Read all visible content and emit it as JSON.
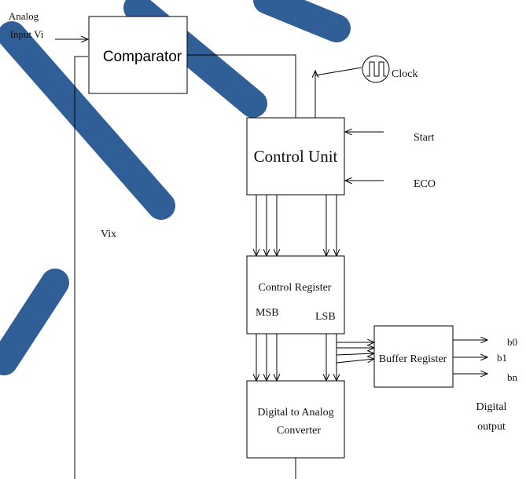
{
  "colors": {
    "stripe": "#2f5f96",
    "line": "#000000",
    "background": "#ffffff"
  },
  "inputs": {
    "analog_line1": "Analog",
    "analog_line2": "Input Vi",
    "start": "Start",
    "eco": "ECO",
    "clock": "Clock"
  },
  "blocks": {
    "comparator": "Comparator",
    "control_unit": "Control Unit",
    "control_register": "Control Register",
    "msb": "MSB",
    "lsb": "LSB",
    "dac_line1": "Digital to Analog",
    "dac_line2": "Converter",
    "buffer_register": "Buffer Register"
  },
  "signals": {
    "vix": "Vix",
    "b0": "b0",
    "b1": "b1",
    "bn": "bn",
    "digital_output_line1": "Digital",
    "digital_output_line2": "output"
  },
  "icons": {
    "clock": "square-wave-icon"
  }
}
